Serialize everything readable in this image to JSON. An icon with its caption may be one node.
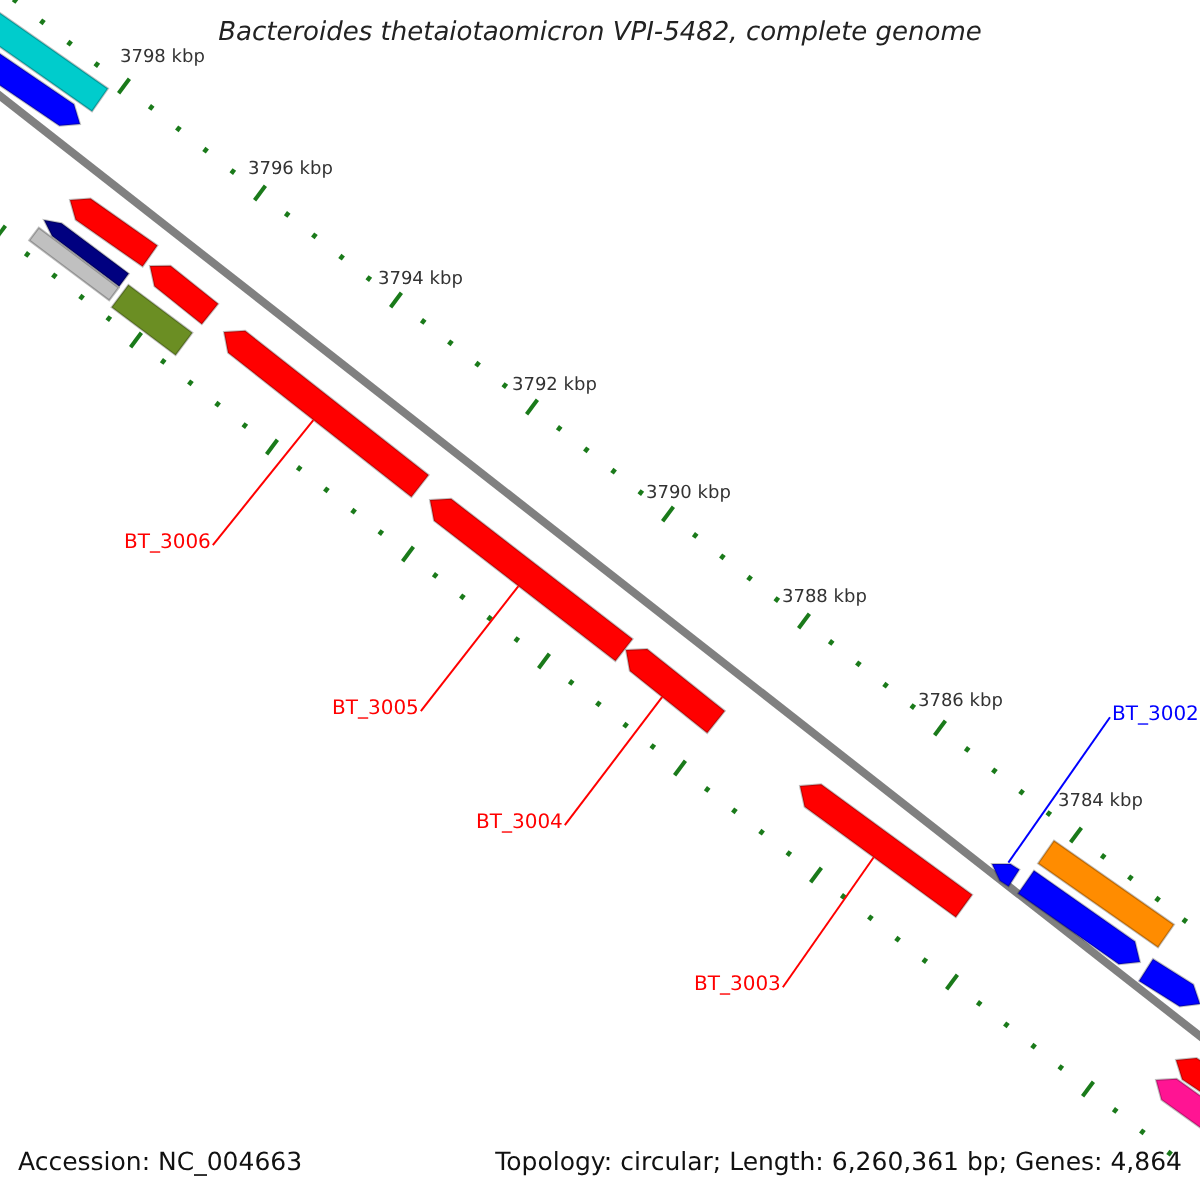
{
  "diagram": {
    "title": "Bacteroides thetaiotaomicron VPI-5482, complete genome",
    "nodes": [
      {
        "text": [
          "BT_3006"
        ]
      },
      {
        "text": [],
        "shape": "bar"
      },
      {
        "text": [
          "BT_3005"
        ]
      },
      {
        "text": [],
        "shape": "bar"
      },
      {
        "text": [
          "BT_3004"
        ]
      },
      {
        "text": [],
        "shape": "bar"
      },
      {
        "text": [
          "BT_3003"
        ]
      },
      {
        "text": [],
        "shape": "bar"
      },
      {
        "text": [
          "BT_3002"
        ]
      },
      {
        "text": [],
        "shape": "bar"
      }
    ],
    "edges": [
      {
        "from": 0,
        "to": 1,
        "arrow": "none"
      },
      {
        "from": 2,
        "to": 3,
        "arrow": "none"
      },
      {
        "from": 4,
        "to": 5,
        "arrow": "none"
      },
      {
        "from": 6,
        "to": 7,
        "arrow": "none"
      },
      {
        "from": 8,
        "to": 9,
        "arrow": "none",
        "color": "#0000ff"
      }
    ],
    "labels": [
      "3798 kbp",
      "3796 kbp",
      "3794 kbp",
      "3792 kbp",
      "3790 kbp",
      "3788 kbp",
      "3786 kbp",
      "3784 kbp",
      "Accession: NC_004663",
      "Topology: circular; Length: 6,260,361 bp; Genes: 4,864"
    ]
  }
}
